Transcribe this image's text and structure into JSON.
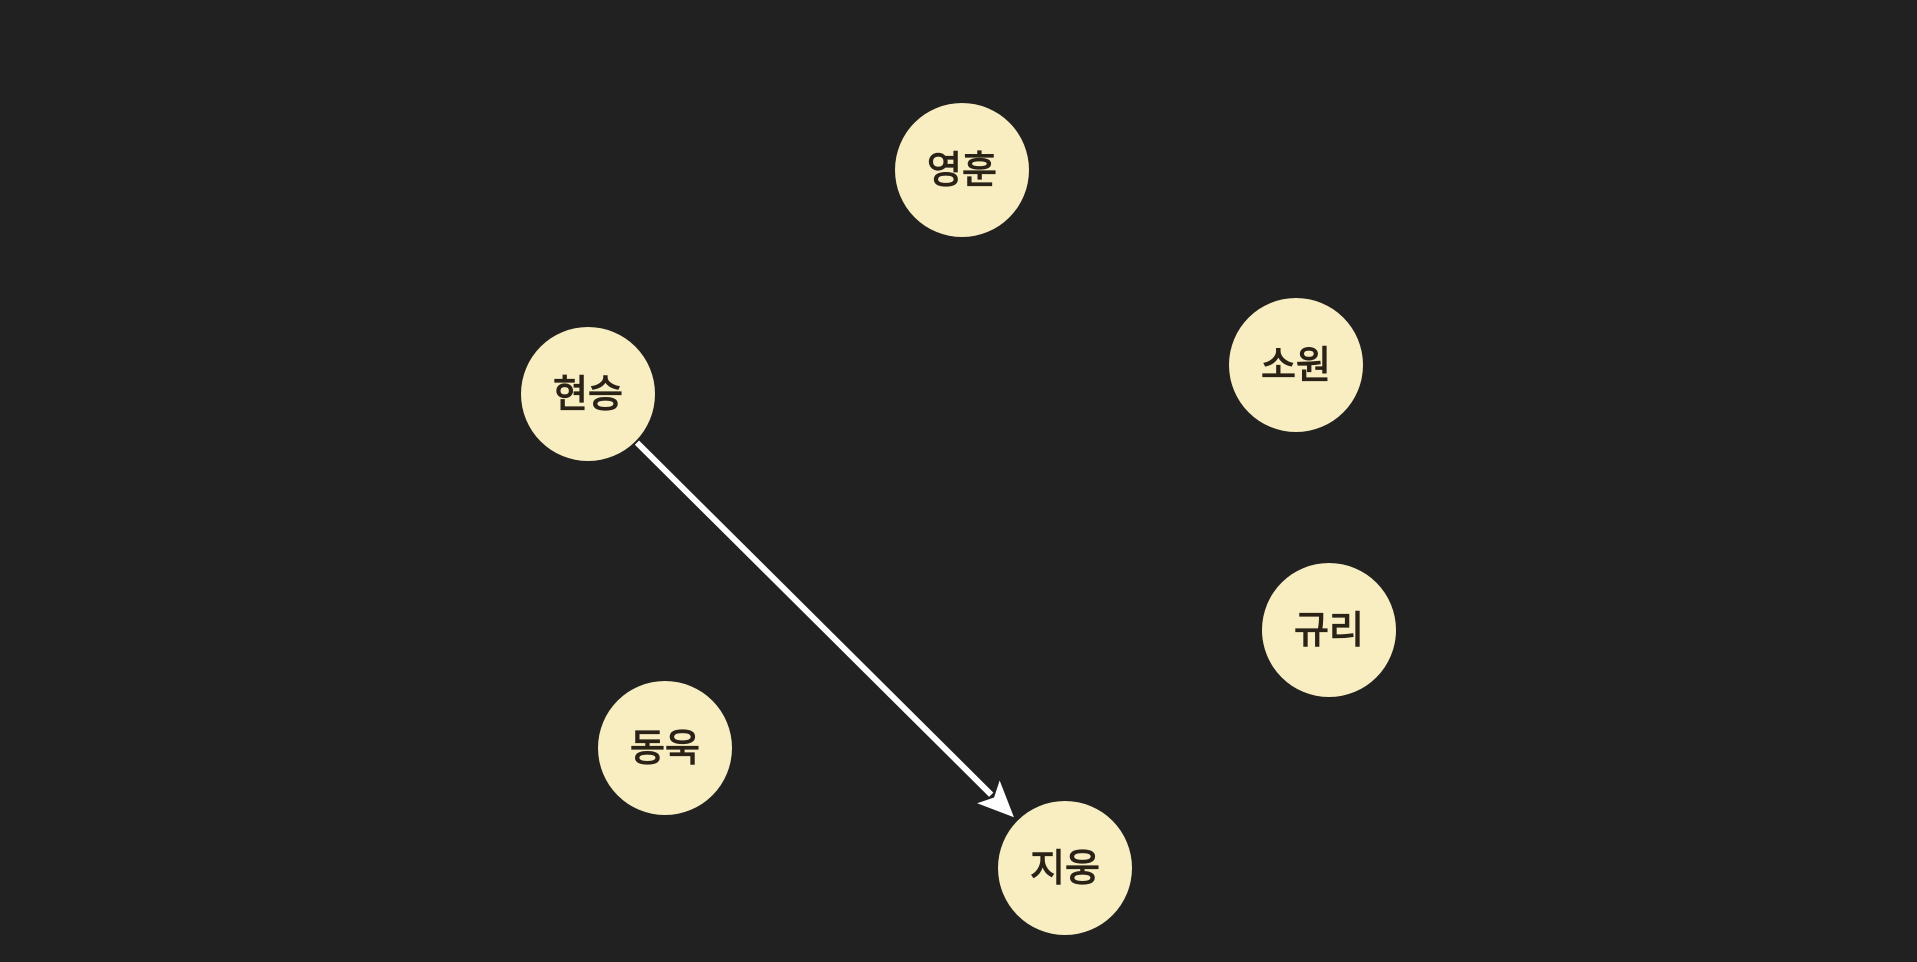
{
  "colors": {
    "background": "#212121",
    "node_fill": "#f8eec1",
    "node_text": "#2a2117",
    "edge": "#ffffff"
  },
  "nodes": [
    {
      "id": "yeonghun",
      "label": "영훈"
    },
    {
      "id": "hyeonseung",
      "label": "현승"
    },
    {
      "id": "sowon",
      "label": "소원"
    },
    {
      "id": "gyuri",
      "label": "규리"
    },
    {
      "id": "donguk",
      "label": "동욱"
    },
    {
      "id": "jiung",
      "label": "지웅"
    }
  ],
  "edges": [
    {
      "from": "hyeonseung",
      "to": "jiung",
      "directed": true
    }
  ]
}
